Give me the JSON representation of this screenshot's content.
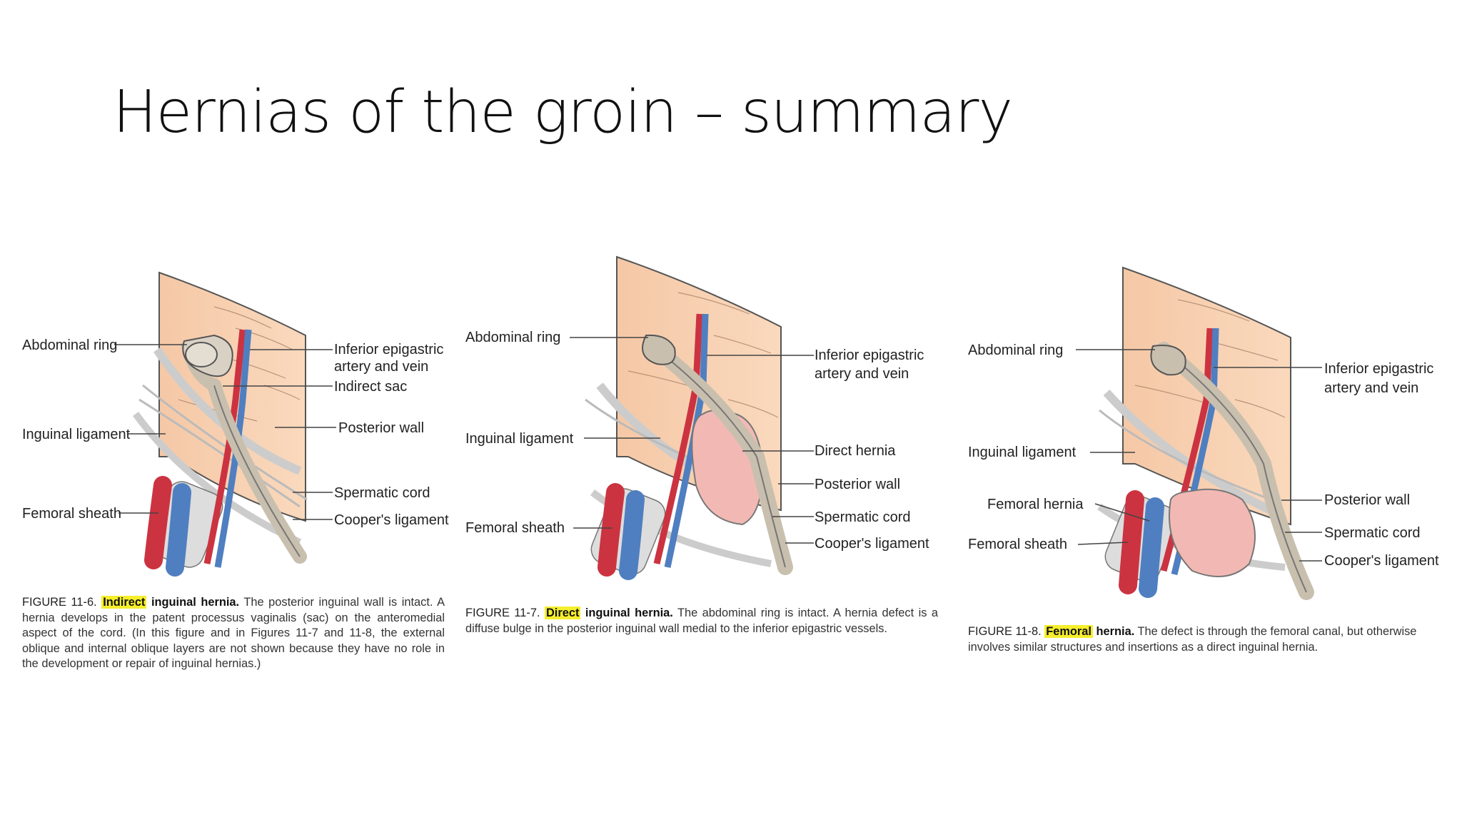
{
  "slide": {
    "title": "Hernias of the groin – summary"
  },
  "figures": [
    {
      "id": "fig-11-6",
      "labels": {
        "abdominal_ring": "Abdominal ring",
        "inguinal_ligament": "Inguinal ligament",
        "femoral_sheath": "Femoral sheath",
        "inferior_epigastric_1": "Inferior epigastric",
        "inferior_epigastric_2": "artery and vein",
        "indirect_sac": "Indirect sac",
        "posterior_wall": "Posterior wall",
        "spermatic_cord": "Spermatic cord",
        "coopers_ligament": "Cooper's ligament"
      },
      "caption": {
        "figure_number": "FIGURE 11-6.",
        "highlight": "Indirect",
        "bold_rest": "inguinal hernia.",
        "text": "The posterior inguinal wall is intact. A hernia develops in the patent processus vaginalis (sac) on the anteromedial aspect of the cord. (In this figure and in Figures 11-7 and 11-8, the external oblique and internal oblique layers are not shown because they have no role in the development or repair of inguinal hernias.)"
      }
    },
    {
      "id": "fig-11-7",
      "labels": {
        "abdominal_ring": "Abdominal ring",
        "inguinal_ligament": "Inguinal ligament",
        "femoral_sheath": "Femoral sheath",
        "inferior_epigastric_1": "Inferior epigastric",
        "inferior_epigastric_2": "artery and vein",
        "direct_hernia": "Direct hernia",
        "posterior_wall": "Posterior wall",
        "spermatic_cord": "Spermatic cord",
        "coopers_ligament": "Cooper's ligament"
      },
      "caption": {
        "figure_number": "FIGURE 11-7.",
        "highlight": "Direct",
        "bold_rest": "inguinal hernia.",
        "text": "The abdominal ring is intact. A hernia defect is a diffuse bulge in the posterior inguinal wall medial to the inferior epigastric vessels."
      }
    },
    {
      "id": "fig-11-8",
      "labels": {
        "abdominal_ring": "Abdominal ring",
        "inguinal_ligament": "Inguinal ligament",
        "femoral_hernia": "Femoral hernia",
        "femoral_sheath": "Femoral sheath",
        "inferior_epigastric_1": "Inferior epigastric",
        "inferior_epigastric_2": "artery and vein",
        "posterior_wall": "Posterior wall",
        "spermatic_cord": "Spermatic cord",
        "coopers_ligament": "Cooper's ligament"
      },
      "caption": {
        "figure_number": "FIGURE 11-8.",
        "highlight": "Femoral",
        "bold_rest": "hernia.",
        "text": "The defect is through the femoral canal, but otherwise involves similar structures and insertions as a direct inguinal hernia."
      }
    }
  ],
  "colors": {
    "wall": "#f7cfae",
    "wall_stroke": "#555555",
    "sac": "#d9d1c4",
    "cord": "#c9bfae",
    "artery": "#cc3340",
    "vein": "#4f7fc0",
    "hernia": "#f2b9b4",
    "highlight": "#f5ee2c"
  }
}
